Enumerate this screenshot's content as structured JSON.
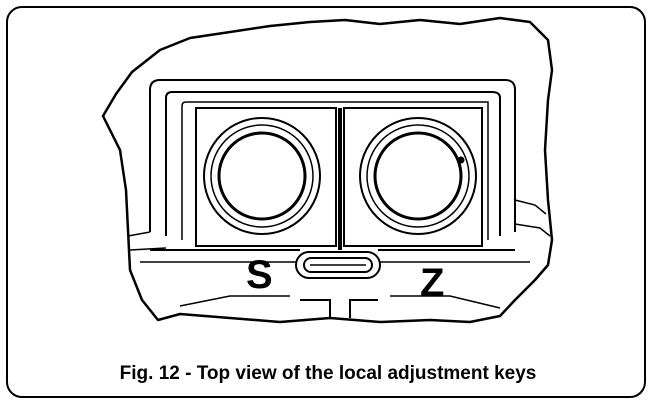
{
  "figure": {
    "caption": "Fig. 12 - Top view of the local adjustment keys",
    "keys": [
      {
        "letter": "S"
      },
      {
        "letter": "Z"
      }
    ]
  }
}
